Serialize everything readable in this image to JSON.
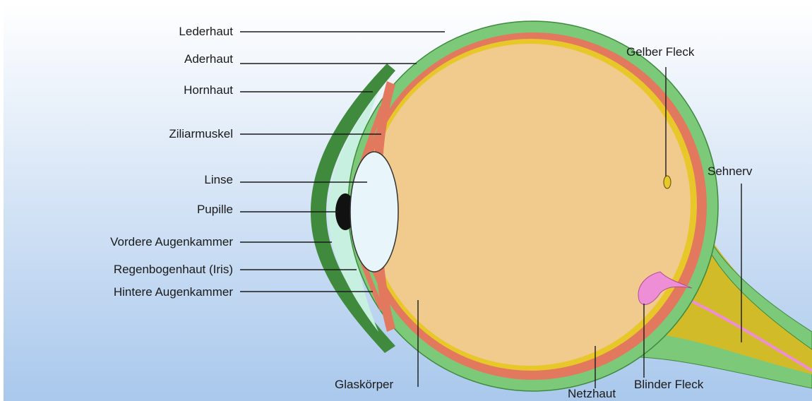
{
  "colors": {
    "background_top": "#ffffff",
    "background_bottom": "#a9c8ec",
    "sclera": "#7dc97a",
    "sclera_dark": "#3f8a3d",
    "choroid": "#e2785e",
    "retina": "#e8c72a",
    "vitreous": "#f0cb8d",
    "anterior_chamber": "#c8f0e0",
    "lens": "#e8f6fb",
    "optic_nerve": "#d2bb28",
    "blind_spot": "#ee8ed6"
  },
  "labels": {
    "lederhaut": "Lederhaut",
    "aderhaut": "Aderhaut",
    "hornhaut": "Hornhaut",
    "ziliarmuskel": "Ziliarmuskel",
    "linse": "Linse",
    "pupille": "Pupille",
    "vordere_augenkammer": "Vordere Augenkammer",
    "regenbogenhaut": "Regenbogenhaut (Iris)",
    "hintere_augenkammer": "Hintere Augenkammer",
    "glaskoerper": "Glaskörper",
    "netzhaut": "Netzhaut",
    "blinder_fleck": "Blinder Fleck",
    "gelber_fleck": "Gelber Fleck",
    "sehnerv": "Sehnerv"
  }
}
